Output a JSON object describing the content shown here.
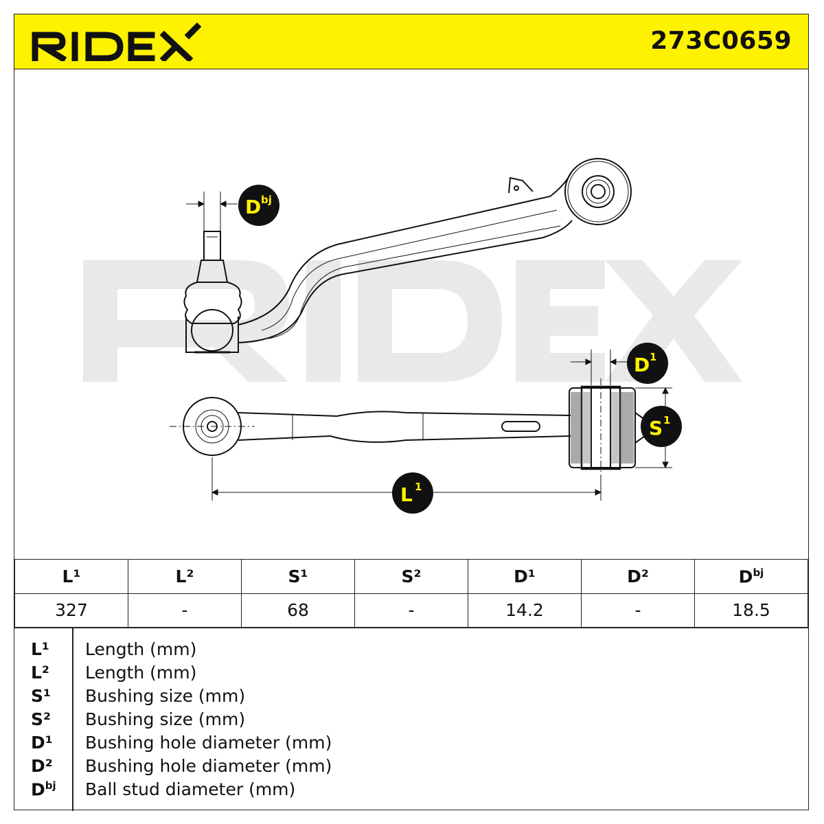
{
  "brand": "RIDEX",
  "part_number": "273C0659",
  "watermark": "RIDEX",
  "dimension_labels": {
    "dbj": {
      "main": "D",
      "sup": "bj"
    },
    "d1": {
      "main": "D",
      "sup": "1"
    },
    "s1": {
      "main": "S",
      "sup": "1"
    },
    "l1": {
      "main": "L",
      "sup": "1"
    }
  },
  "table": {
    "headers": [
      "L¹",
      "L²",
      "S¹",
      "S²",
      "D¹",
      "D²",
      "Dbj"
    ],
    "values": [
      "327",
      "-",
      "68",
      "-",
      "14.2",
      "-",
      "18.5"
    ]
  },
  "legend": [
    {
      "symbol": "L¹",
      "description": "Length (mm)"
    },
    {
      "symbol": "L²",
      "description": "Length (mm)"
    },
    {
      "symbol": "S¹",
      "description": "Bushing size (mm)"
    },
    {
      "symbol": "S²",
      "description": "Bushing size (mm)"
    },
    {
      "symbol": "D¹",
      "description": "Bushing hole diameter (mm)"
    },
    {
      "symbol": "D²",
      "description": "Bushing hole diameter (mm)"
    },
    {
      "symbol": "Dbj",
      "description": "Ball stud diameter (mm)"
    }
  ],
  "colors": {
    "accent": "#fff200",
    "ink": "#111111",
    "watermark": "#e8e8e8"
  }
}
